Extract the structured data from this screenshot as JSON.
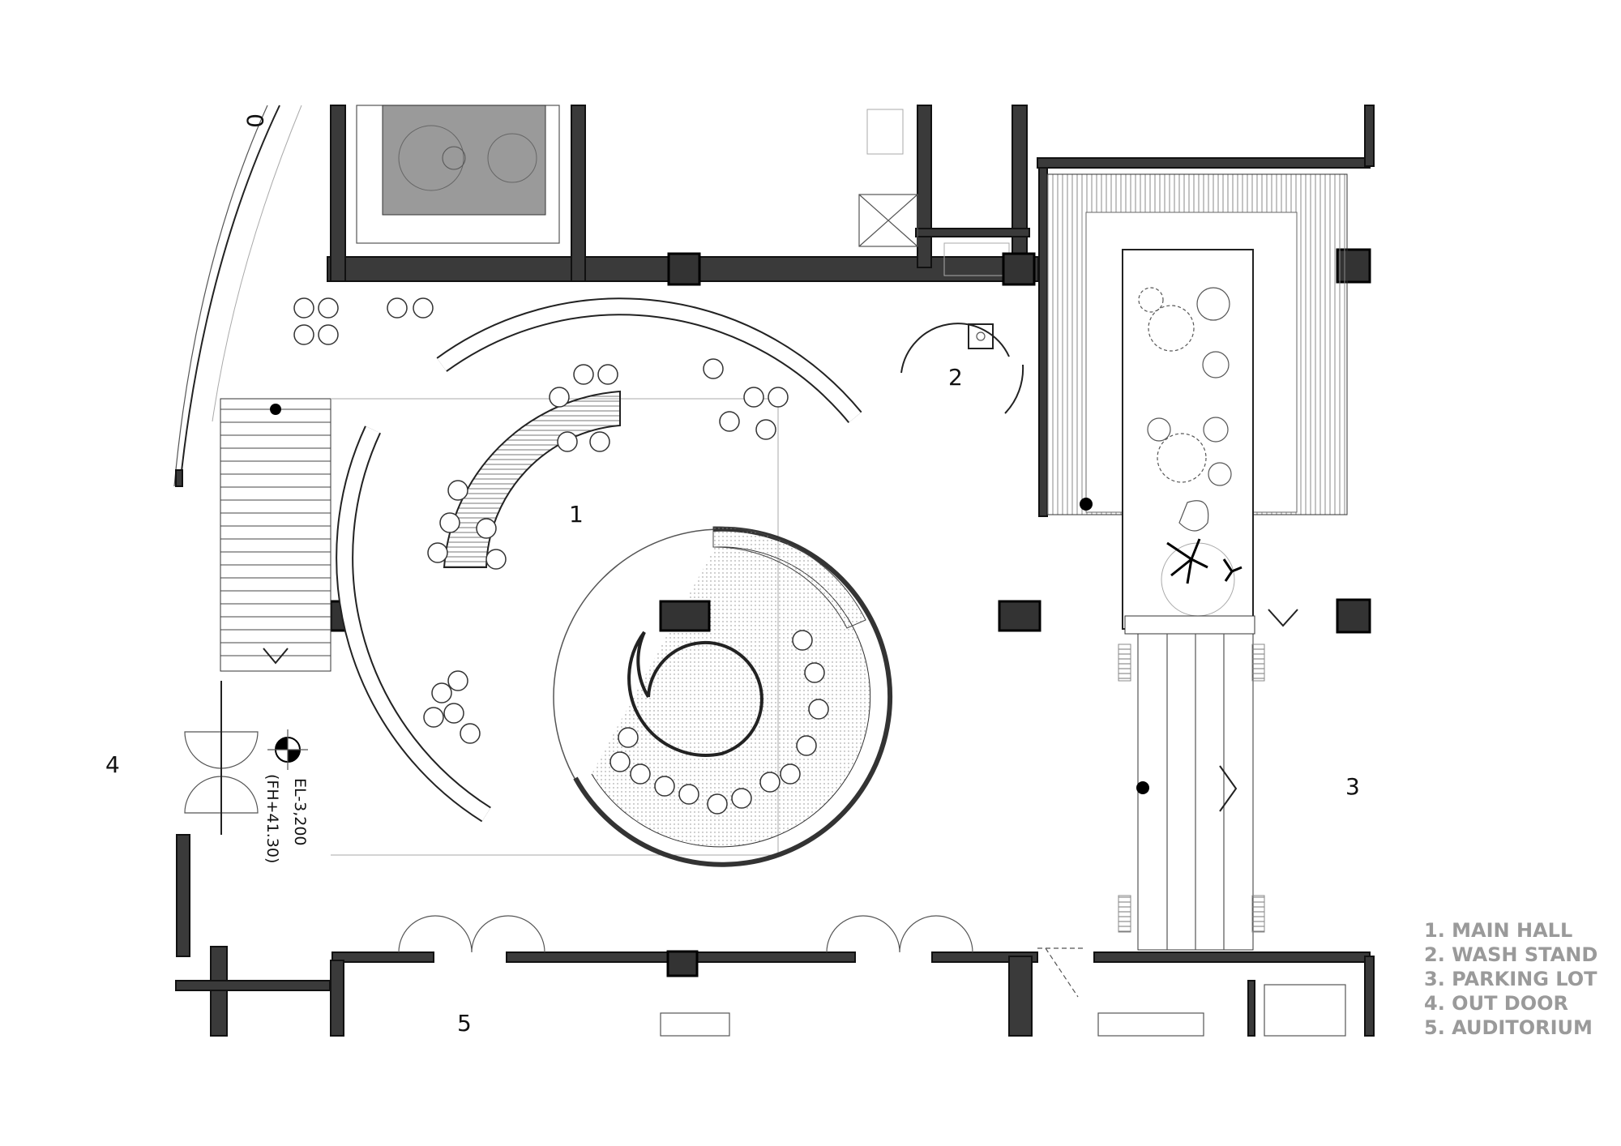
{
  "areas": [
    {
      "number": "1",
      "name": "MAIN HALL"
    },
    {
      "number": "2",
      "name": "WASH STAND"
    },
    {
      "number": "3",
      "name": "PARKING LOT"
    },
    {
      "number": "4",
      "name": "OUT DOOR"
    },
    {
      "number": "5",
      "name": "AUDITORIUM"
    }
  ],
  "legend": [
    "1. MAIN HALL",
    "2. WASH STAND",
    "3. PARKING LOT",
    "4. OUT DOOR",
    "5. AUDITORIUM"
  ],
  "elevation": {
    "level": "EL-3,200",
    "floor_height": "(FH+41.30)"
  },
  "grid_mark": "0",
  "colors": {
    "wall": "#3a3a3a",
    "legend_text": "#9a9a9a",
    "line": "#222222"
  }
}
